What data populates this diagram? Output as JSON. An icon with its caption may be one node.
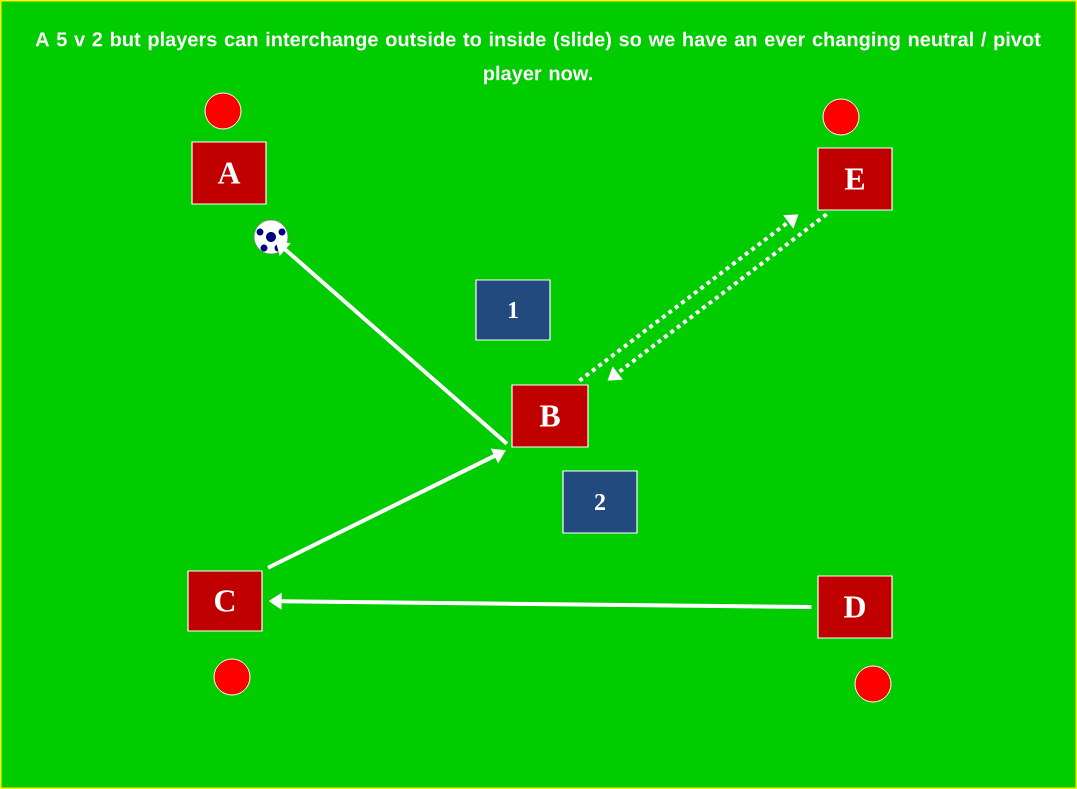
{
  "diagram": {
    "title": "A 5 v 2 but players can interchange outside to inside (slide) so we have an ever changing neutral / pivot player now.",
    "nodes": [
      {
        "text": [
          "A"
        ]
      },
      {
        "text": [
          "E"
        ]
      },
      {
        "text": [],
        "shape": "ball"
      },
      {
        "text": [
          "1"
        ]
      },
      {
        "text": [
          "B"
        ]
      },
      {
        "text": [
          "2"
        ]
      },
      {
        "text": [
          "C"
        ]
      },
      {
        "text": [
          "D"
        ]
      }
    ],
    "edges": [
      {
        "from": 4,
        "to": 2,
        "arrow": "to"
      },
      {
        "from": 6,
        "to": 4,
        "arrow": "to"
      },
      {
        "from": 7,
        "to": 6,
        "arrow": "to"
      },
      {
        "from": 4,
        "to": 1,
        "arrow": "to",
        "style": "dashed"
      },
      {
        "from": 1,
        "to": 4,
        "arrow": "to",
        "style": "dashed"
      }
    ]
  }
}
